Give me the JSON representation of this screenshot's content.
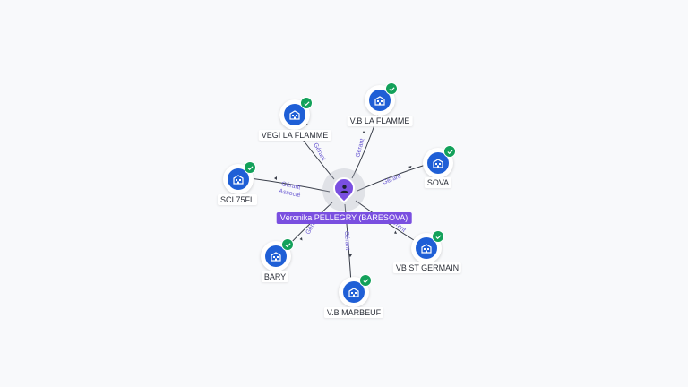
{
  "center": {
    "name": "Véronika PELLEGRY (BARESOVA)",
    "icon": "person-icon"
  },
  "companies": [
    {
      "name": "VEGI LA FLAMME",
      "icon": "building-icon",
      "verified": true,
      "relations": [
        "Gérant"
      ]
    },
    {
      "name": "V.B LA FLAMME",
      "icon": "building-icon",
      "verified": true,
      "relations": [
        "Gérant"
      ]
    },
    {
      "name": "SOVA",
      "icon": "building-icon",
      "verified": true,
      "relations": [
        "Gérant"
      ]
    },
    {
      "name": "SCI 75FL",
      "icon": "building-icon",
      "verified": true,
      "relations": [
        "Gérant",
        "Associé"
      ]
    },
    {
      "name": "BARY",
      "icon": "building-icon",
      "verified": true,
      "relations": [
        "Gérant"
      ]
    },
    {
      "name": "V.B MARBEUF",
      "icon": "building-icon",
      "verified": true,
      "relations": [
        "Gérant"
      ]
    },
    {
      "name": "VB ST GERMAIN",
      "icon": "building-icon",
      "verified": true,
      "relations": [
        "Gérant"
      ]
    }
  ],
  "colors": {
    "person": "#7a4fe0",
    "company": "#1f5fd6",
    "verified": "#13a15a",
    "relation_text": "#6b5bd2"
  }
}
